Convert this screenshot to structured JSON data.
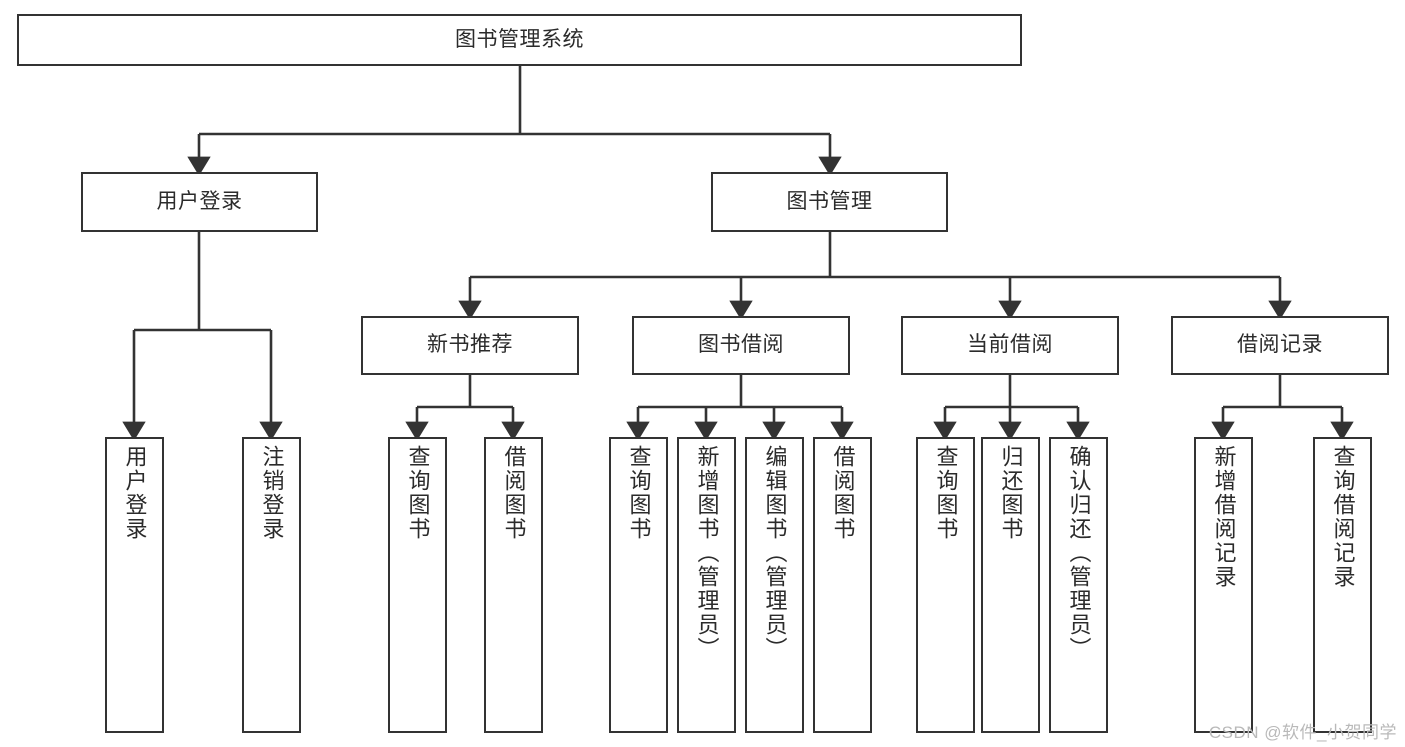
{
  "diagram": {
    "title": "图书管理系统",
    "type": "tree-hierarchy-chart",
    "root": {
      "label": "图书管理系统"
    },
    "level2": [
      {
        "label": "用户登录"
      },
      {
        "label": "图书管理"
      }
    ],
    "level3": [
      {
        "label": "新书推荐"
      },
      {
        "label": "图书借阅"
      },
      {
        "label": "当前借阅"
      },
      {
        "label": "借阅记录"
      }
    ],
    "leaves": {
      "user_login": [
        {
          "label": "用户登录"
        },
        {
          "label": "注销登录"
        }
      ],
      "new_book_recommend": [
        {
          "label": "查询图书"
        },
        {
          "label": "借阅图书"
        }
      ],
      "book_borrow": [
        {
          "label": "查询图书"
        },
        {
          "label": "新增图书（管理员）"
        },
        {
          "label": "编辑图书（管理员）"
        },
        {
          "label": "借阅图书"
        }
      ],
      "current_borrow": [
        {
          "label": "查询图书"
        },
        {
          "label": "归还图书"
        },
        {
          "label": "确认归还（管理员）"
        }
      ],
      "borrow_record": [
        {
          "label": "新增借阅记录"
        },
        {
          "label": "查询借阅记录"
        }
      ]
    }
  },
  "watermark": {
    "text": "CSDN @软件_小贺同学"
  },
  "colors": {
    "border": "#333333",
    "text": "#2b2b2b",
    "background": "#ffffff",
    "watermark": "#b9b9b9"
  }
}
